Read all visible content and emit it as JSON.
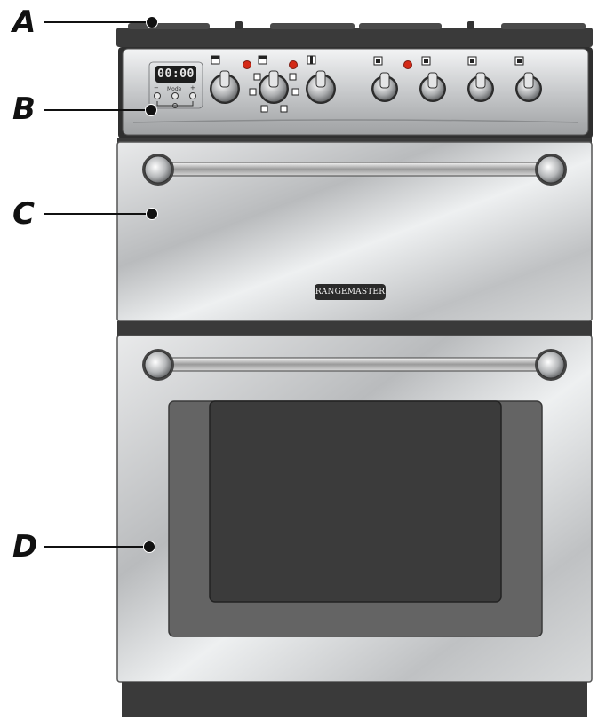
{
  "callouts": {
    "a": "A",
    "b": "B",
    "c": "C",
    "d": "D"
  },
  "control_panel": {
    "timer_display": "00:00",
    "mode_label": "Mode",
    "minus_symbol": "−",
    "plus_symbol": "+"
  },
  "brand": {
    "name": "RANGEMASTER"
  },
  "colors": {
    "stainless_steel": "#c9cbcd",
    "dark_trim": "#3a3a3a",
    "oven_window": "#3b3b3b",
    "indicator_light": "#d42a17"
  },
  "icons": [
    "clock-icon",
    "oven-function-icon",
    "grill-icon",
    "hob-zone-icon",
    "indicator-light"
  ]
}
